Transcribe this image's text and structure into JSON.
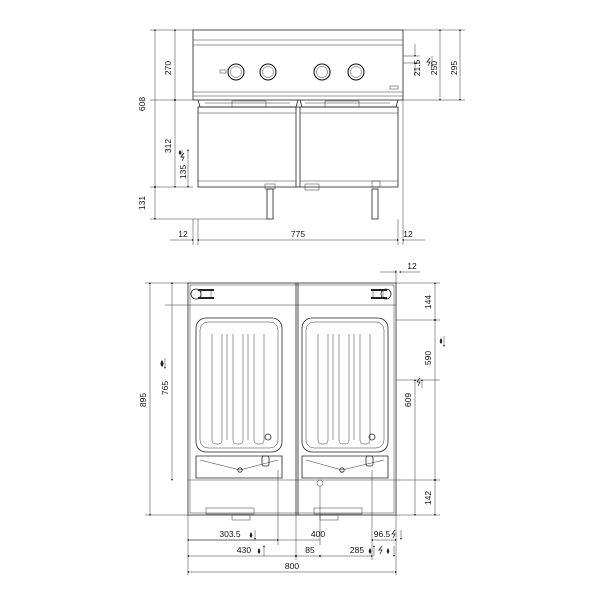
{
  "front_view": {
    "dims": {
      "height_total": "608",
      "top_section": "270",
      "mid_section": "312",
      "pipe_height": "135",
      "leg_height": "131",
      "right_small": "21.5",
      "right_mid": "250",
      "right_total": "295",
      "left_margin": "12",
      "width": "775",
      "right_margin": "12"
    }
  },
  "top_view": {
    "dims": {
      "depth_total": "895",
      "depth_inner": "765",
      "top_offset": "144",
      "right_depth_590": "590",
      "right_depth_609": "609",
      "bottom_offset": "142",
      "right_edge": "12",
      "drain_left": "303.5",
      "drain_center": "400",
      "drain_right": "96.5",
      "water_left": "430",
      "water_gap": "85",
      "elec_right": "285",
      "width_total": "800"
    }
  },
  "icon_names": [
    "drain-icon",
    "water-inlet-icon",
    "electrical-connection-icon",
    "gas-icon"
  ]
}
